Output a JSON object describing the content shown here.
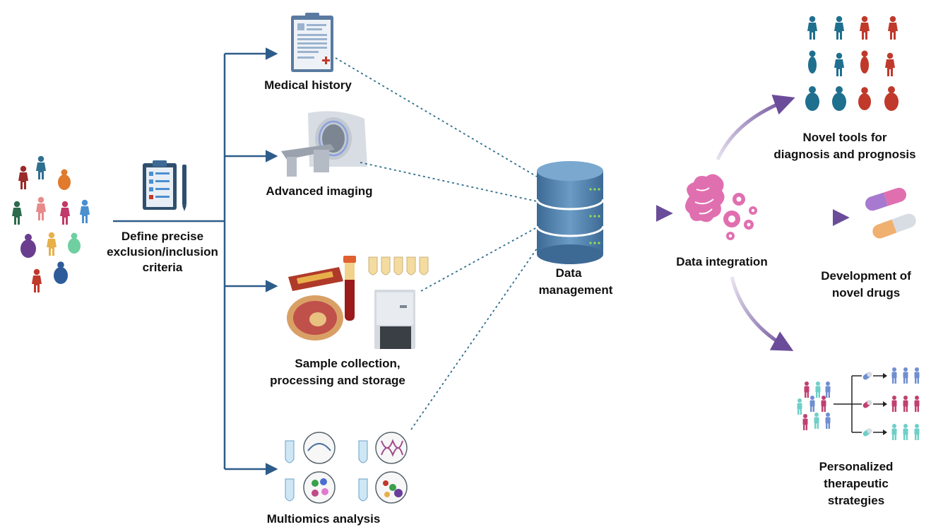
{
  "criteria": {
    "label_lines": [
      "Define precise",
      "exclusion/inclusion",
      "criteria"
    ]
  },
  "inputs": {
    "medical_history": "Medical history",
    "advanced_imaging": "Advanced imaging",
    "sample_lines": [
      "Sample collection,",
      "processing and storage"
    ],
    "multiomics": "Multiomics analysis"
  },
  "data_management": {
    "lines": [
      "Data",
      "management"
    ]
  },
  "data_integration": {
    "label": "Data integration"
  },
  "outcomes": {
    "tools_lines": [
      "Novel tools for",
      "diagnosis and prognosis"
    ],
    "drugs_lines": [
      "Development of",
      "novel drugs"
    ],
    "personalized_lines": [
      "Personalized",
      "therapeutic",
      "strategies"
    ]
  },
  "colors": {
    "navy_arrow": "#2e5c8a",
    "dotted_line": "#2f6f8f",
    "purple_arrow": "#6b4c9a",
    "db_blue": "#4f7ea8",
    "brain_pink": "#e06fb0",
    "people_blue": "#1f6f8f",
    "people_red": "#c0392b",
    "person_blue": "#6f8fd0",
    "person_magenta": "#c04070",
    "person_teal": "#6fcfc8"
  },
  "icons": [
    "people-group-icon",
    "clipboard-checklist-icon",
    "medical-record-icon",
    "mri-scanner-icon",
    "sample-collection-icon",
    "multiomics-icon",
    "database-icon",
    "brain-gears-icon",
    "population-grid-icon",
    "capsules-icon",
    "stratification-icon"
  ]
}
